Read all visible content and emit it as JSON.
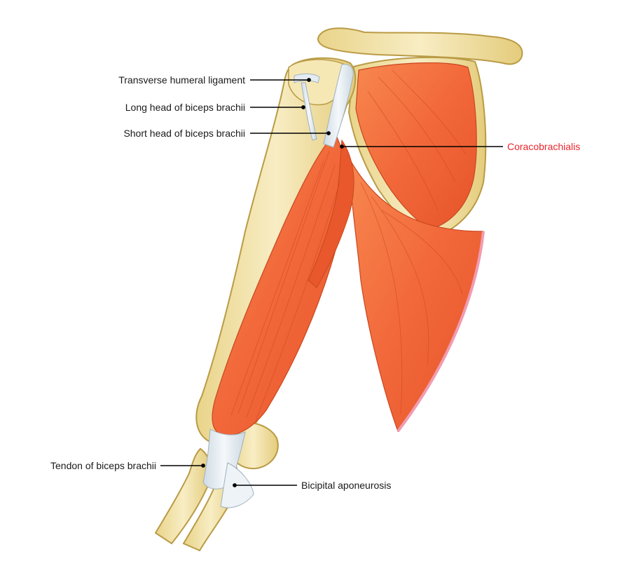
{
  "labels": {
    "transverse_humeral_ligament": "Transverse humeral ligament",
    "long_head_biceps": "Long head of biceps brachii",
    "short_head_biceps": "Short head of biceps brachii",
    "coracobrachialis": "Coracobrachialis",
    "tendon_biceps": "Tendon of biceps brachii",
    "bicipital_aponeurosis": "Bicipital aponeurosis"
  },
  "colors": {
    "muscle": "#f26a3c",
    "muscle_dark": "#d94a22",
    "bone": "#f3e3a6",
    "bone_outline": "#b99b45",
    "tendon": "#e6eef4",
    "highlight_label": "#e8262b",
    "leader_line": "#000000"
  }
}
